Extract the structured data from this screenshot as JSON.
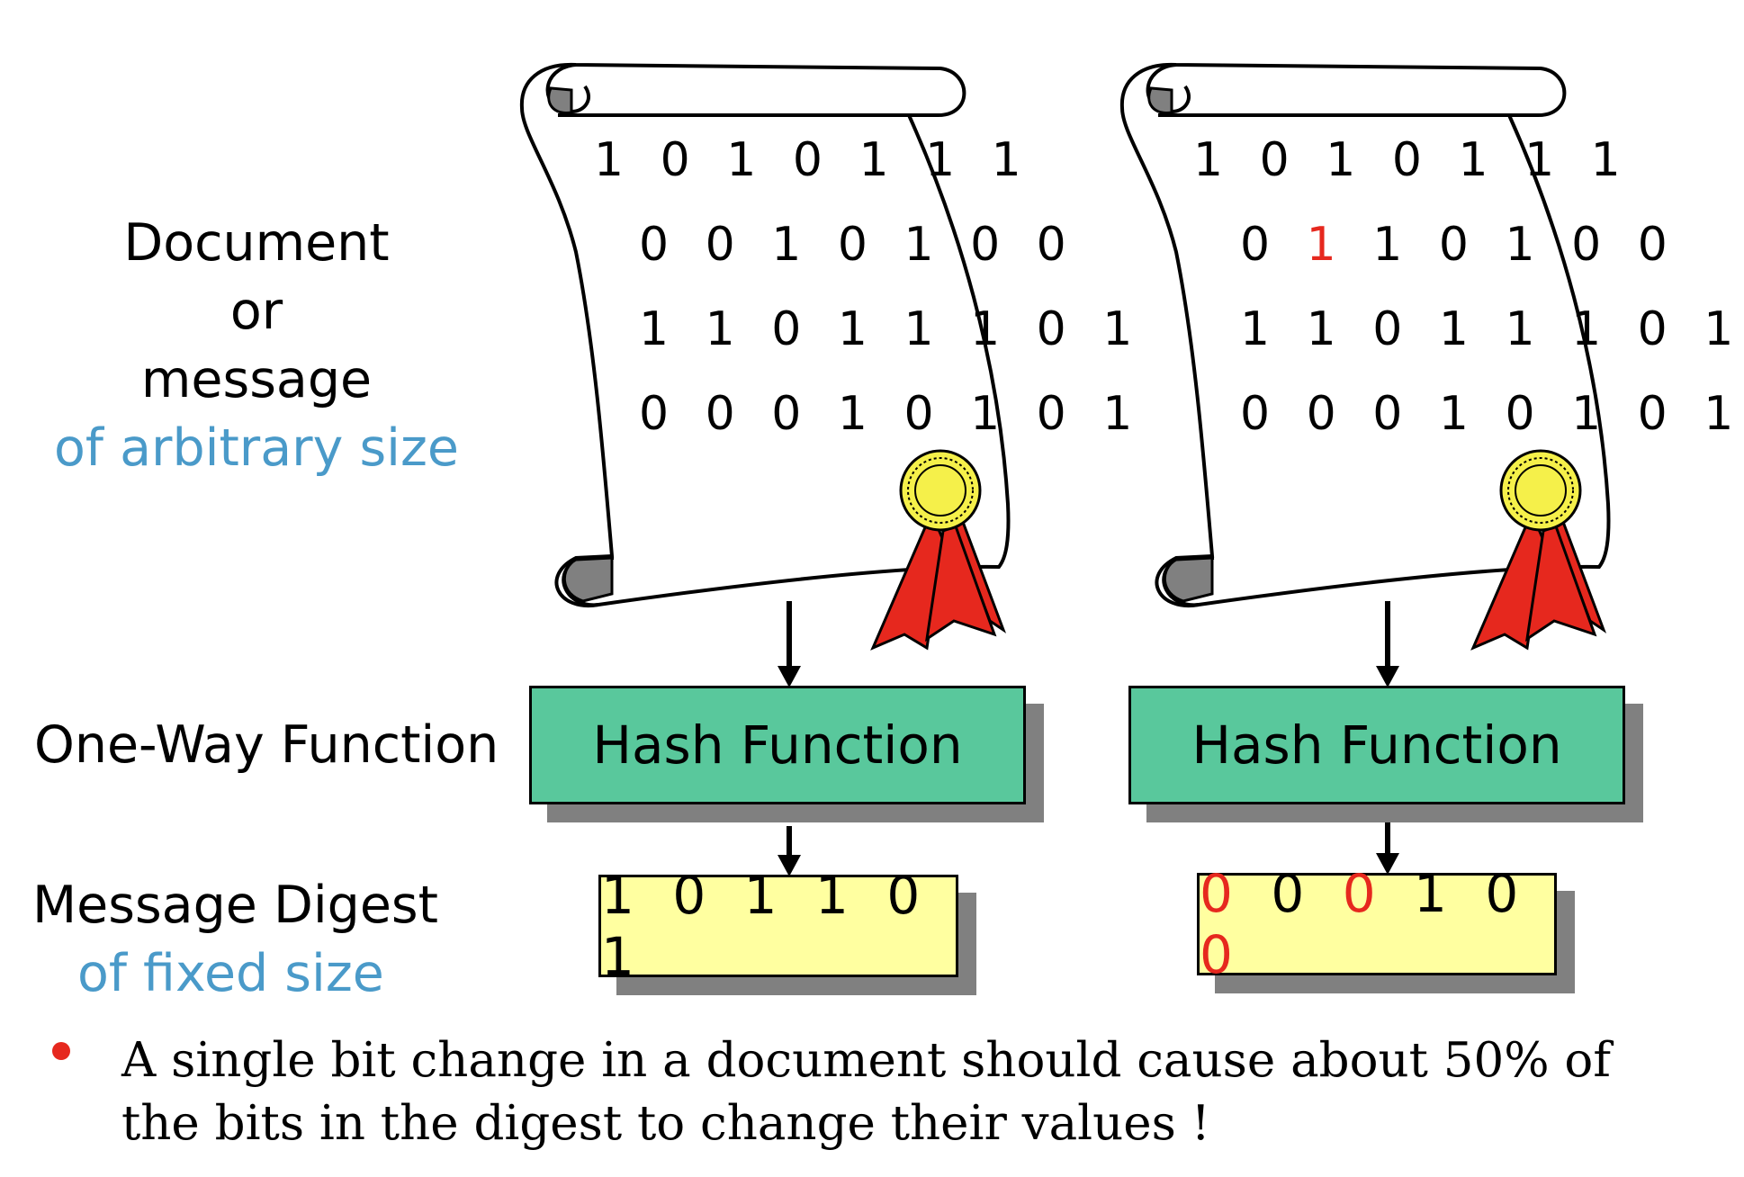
{
  "labels": {
    "document_line1": "Document",
    "document_line2": "or",
    "document_line3": "message",
    "document_line4": "of arbitrary size",
    "one_way": "One-Way Function",
    "digest_line1": "Message Digest",
    "digest_line2": "of fixed size"
  },
  "left": {
    "doc_bits": [
      "1 0 1 0 1 1 1",
      "0 0 1 0 1 0 0",
      "1 1 0 1 1 1 0 1",
      "0 0 0 1 0 1 0 1"
    ],
    "hash_label": "Hash Function",
    "digest": "1 0 1 1 0 1"
  },
  "right": {
    "doc_bits": [
      "1 0 1 0 1 1 1",
      "0 1 1 0 1 0 0",
      "1 1 0 1 1 1 0 1",
      "0 0 0 1 0 1 0 1"
    ],
    "changed_bit": "1",
    "row2_before": "0 ",
    "row2_after": " 1 0 1 0 0",
    "hash_label": "Hash Function",
    "digest_bits": [
      "0",
      "0",
      "0",
      "1",
      "0",
      "0"
    ],
    "digest_changed": [
      true,
      false,
      true,
      false,
      false,
      true
    ]
  },
  "note": "A single bit change in a document should cause about 50% of the bits in the digest to change their values !",
  "colors": {
    "hash_box": "#59c89c",
    "digest_box": "#ffffa0",
    "shadow": "#808080",
    "highlight_red": "#e6281e",
    "label_blue": "#4a9ac9",
    "ribbon_red": "#e6281e",
    "seal_yellow": "#f5f04a"
  }
}
